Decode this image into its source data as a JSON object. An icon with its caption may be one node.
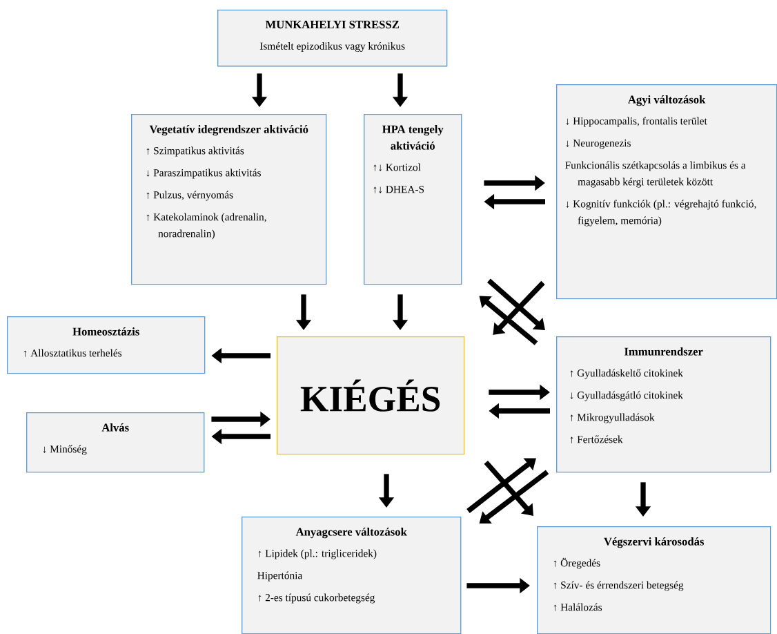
{
  "diagram": {
    "nodes": [
      {
        "text": [
          "MUNKAHELYI STRESSZ",
          "Ismételt epizodikus vagy krónikus"
        ]
      },
      {
        "text": [
          "Vegetatív idegrendszer aktiváció",
          "↑ Szimpatikus aktivitás",
          "↓ Paraszimpatikus aktivitás",
          "↑ Pulzus, vérnyomás",
          "↑ Katekolaminok (adrenalin, noradrenalin)"
        ]
      },
      {
        "text": [
          "HPA tengely aktiváció",
          "↑↓ Kortizol",
          "↑↓ DHEA-S"
        ]
      },
      {
        "text": [
          "Agyi változások",
          "↓ Hippocampalis, frontalis terület",
          "↓ Neurogenezis",
          "Funkcionális szétkapcsolás a limbikus és a magasabb kérgi területek között",
          "↓ Kognitív funkciók (pl.: végrehajtó funkció, figyelem, memória)"
        ]
      },
      {
        "text": [
          "Homeosztázis",
          "↑ Allosztatikus terhelés"
        ]
      },
      {
        "text": [
          "KIÉGÉS"
        ]
      },
      {
        "text": [
          "Immunrendszer",
          "↑ Gyulladáskeltő citokinek",
          "↓ Gyulladásgátló citokinek",
          "↑ Mikrogyulladások",
          "↑ Fertőzések"
        ]
      },
      {
        "text": [
          "Alvás",
          "↓ Minőség"
        ]
      },
      {
        "text": [
          "Anyagcsere változások",
          "↑ Lipidek (pl.: trigliceridek)",
          "Hipertónia",
          "↑ 2-es típusú cukorbetegség"
        ]
      },
      {
        "text": [
          "Végszervi károsodás",
          "↑ Öregedés",
          "↑ Szív- és érrendszeri betegség",
          "↑ Halálozás"
        ]
      }
    ],
    "edges": [
      {
        "from": 0,
        "to": 1,
        "arrow": "to"
      },
      {
        "from": 0,
        "to": 2,
        "arrow": "to"
      },
      {
        "from": 2,
        "to": 3,
        "arrow": "to"
      },
      {
        "from": 3,
        "to": 2,
        "arrow": "to"
      },
      {
        "from": 1,
        "to": 5,
        "arrow": "to"
      },
      {
        "from": 2,
        "to": 5,
        "arrow": "to"
      },
      {
        "from": 2,
        "to": 6,
        "arrow": "to"
      },
      {
        "from": 3,
        "to": 5,
        "arrow": "to"
      },
      {
        "from": 6,
        "to": 2,
        "arrow": "to"
      },
      {
        "from": 5,
        "to": 4,
        "arrow": "to"
      },
      {
        "from": 7,
        "to": 5,
        "arrow": "to"
      },
      {
        "from": 5,
        "to": 7,
        "arrow": "to"
      },
      {
        "from": 5,
        "to": 6,
        "arrow": "to"
      },
      {
        "from": 6,
        "to": 5,
        "arrow": "to"
      },
      {
        "from": 5,
        "to": 8,
        "arrow": "to"
      },
      {
        "from": 6,
        "to": 9,
        "arrow": "to"
      },
      {
        "from": 5,
        "to": 9,
        "arrow": "to"
      },
      {
        "from": 8,
        "to": 6,
        "arrow": "to"
      },
      {
        "from": 6,
        "to": 8,
        "arrow": "to"
      },
      {
        "from": 8,
        "to": 9,
        "arrow": "to"
      }
    ]
  }
}
